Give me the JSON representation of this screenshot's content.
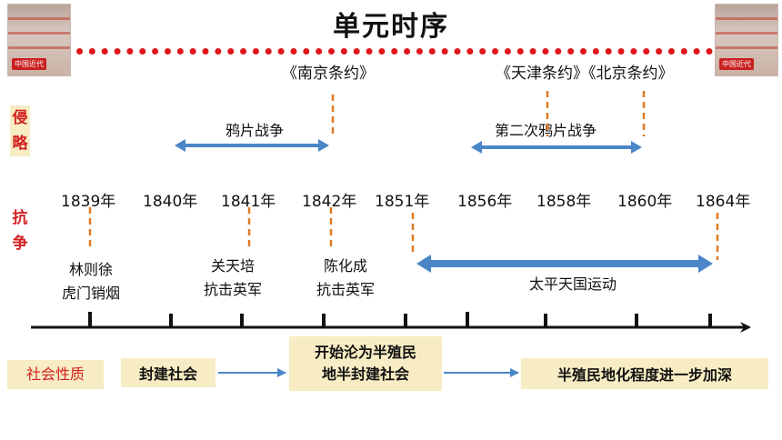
{
  "title": "单元时序",
  "logo_text": "中国近代",
  "treaties": {
    "nanjing": "《南京条约》",
    "tianjin_beijing": "《天津条约》《北京条约》"
  },
  "labels": {
    "invasion_1": "侵",
    "invasion_2": "略",
    "resistance_1": "抗",
    "resistance_2": "争",
    "nature": "社会性质"
  },
  "wars": {
    "opium_war": "鸦片战争",
    "second_opium_war": "第二次鸦片战争"
  },
  "years": [
    "1839年",
    "1840年",
    "1841年",
    "1842年",
    "1851年",
    "1856年",
    "1858年",
    "1860年",
    "1864年"
  ],
  "events": {
    "lin_1": "林则徐",
    "lin_2": "虎门销烟",
    "guan_1": "关天培",
    "guan_2": "抗击英军",
    "chen_1": "陈化成",
    "chen_2": "抗击英军",
    "taiping": "太平天国运动"
  },
  "nature_stages": {
    "stage1": "封建社会",
    "stage2_line1": "开始沦为半殖民",
    "stage2_line2": "地半封建社会",
    "stage3": "半殖民地化程度进一步加深"
  },
  "colors": {
    "accent_red": "#d21f1f",
    "arrow_blue": "#4a86c8",
    "dash_orange": "#e07a22",
    "box_bg": "#f7ecc3"
  }
}
